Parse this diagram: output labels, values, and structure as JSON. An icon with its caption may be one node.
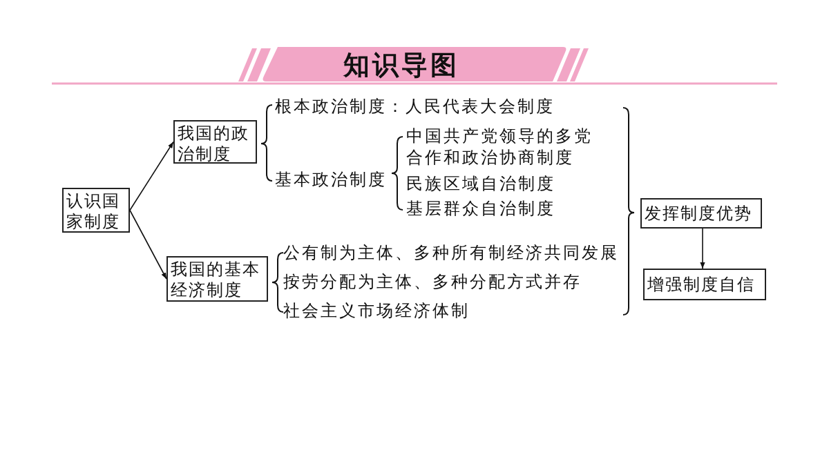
{
  "diagram": {
    "title": "知识导图",
    "nodes": [
      {
        "text": [
          "认识国家制度"
        ]
      },
      {
        "text": [
          "我国的政治制度"
        ]
      },
      {
        "text": [
          "我国的基本经济制度"
        ]
      },
      {
        "text": [
          "发挥制度优势"
        ]
      },
      {
        "text": [
          "增强制度自信"
        ]
      }
    ],
    "edges": [
      {
        "from": 0,
        "to": 1,
        "arrow": "to"
      },
      {
        "from": 0,
        "to": 2,
        "arrow": "to"
      },
      {
        "from": 3,
        "to": 4,
        "arrow": "to"
      }
    ],
    "labels": [
      "根本政治制度：人民代表大会制度",
      "基本政治制度",
      "中国共产党领导的多党合作和政治协商制度",
      "民族区域自治制度",
      "基层群众自治制度",
      "公有制为主体、多种所有制经济共同发展",
      "按劳分配为主体、多种分配方式并存",
      "社会主义市场经济体制"
    ]
  }
}
